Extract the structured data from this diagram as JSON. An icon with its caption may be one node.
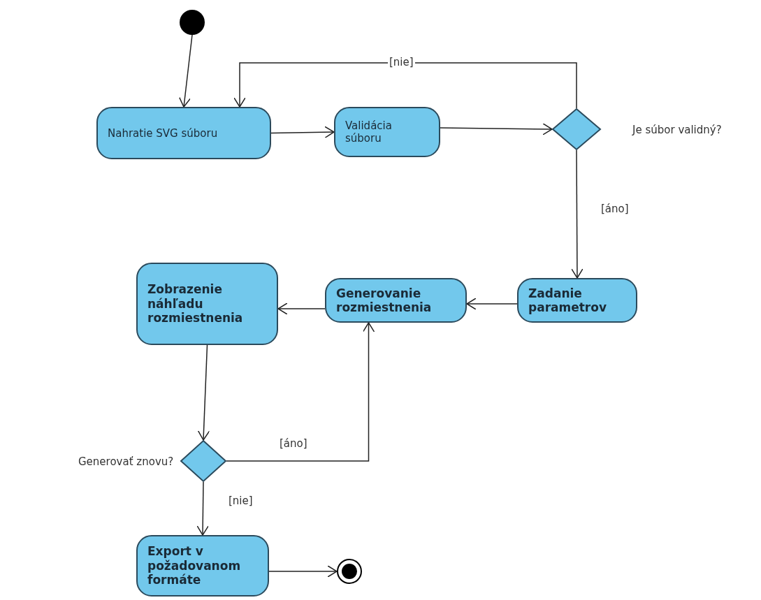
{
  "diagram": {
    "nodes": [
      {
        "text": [],
        "shape": "circle"
      },
      {
        "text": [
          "Nahratie SVG súboru"
        ]
      },
      {
        "text": [
          "Validácia súboru"
        ]
      },
      {
        "text": [],
        "shape": "diamond",
        "beside": [
          "Je súbor validný?"
        ]
      },
      {
        "text": [
          "Zadanie parametrov"
        ]
      },
      {
        "text": [
          "Generovanie rozmiestnenia"
        ]
      },
      {
        "text": [
          "Zobrazenie náhľadu rozmiestnenia"
        ]
      },
      {
        "text": [],
        "shape": "diamond",
        "beside": [
          "Generovať znovu?"
        ]
      },
      {
        "text": [
          "Export v požadovanom formáte"
        ]
      },
      {
        "text": [],
        "shape": "circle"
      }
    ],
    "edges": [
      {
        "from": 0,
        "to": 1,
        "arrow": "to"
      },
      {
        "from": 1,
        "to": 2,
        "arrow": "to"
      },
      {
        "from": 2,
        "to": 3,
        "arrow": "to"
      },
      {
        "from": 3,
        "to": 1,
        "arrow": "to",
        "label": "[nie]"
      },
      {
        "from": 3,
        "to": 4,
        "arrow": "to",
        "label": "[áno]"
      },
      {
        "from": 4,
        "to": 5,
        "arrow": "to"
      },
      {
        "from": 5,
        "to": 6,
        "arrow": "to"
      },
      {
        "from": 6,
        "to": 7,
        "arrow": "to"
      },
      {
        "from": 7,
        "to": 5,
        "arrow": "to",
        "label": "[áno]"
      },
      {
        "from": 7,
        "to": 8,
        "arrow": "to",
        "label": "[nie]"
      },
      {
        "from": 8,
        "to": 9,
        "arrow": "to"
      }
    ]
  }
}
